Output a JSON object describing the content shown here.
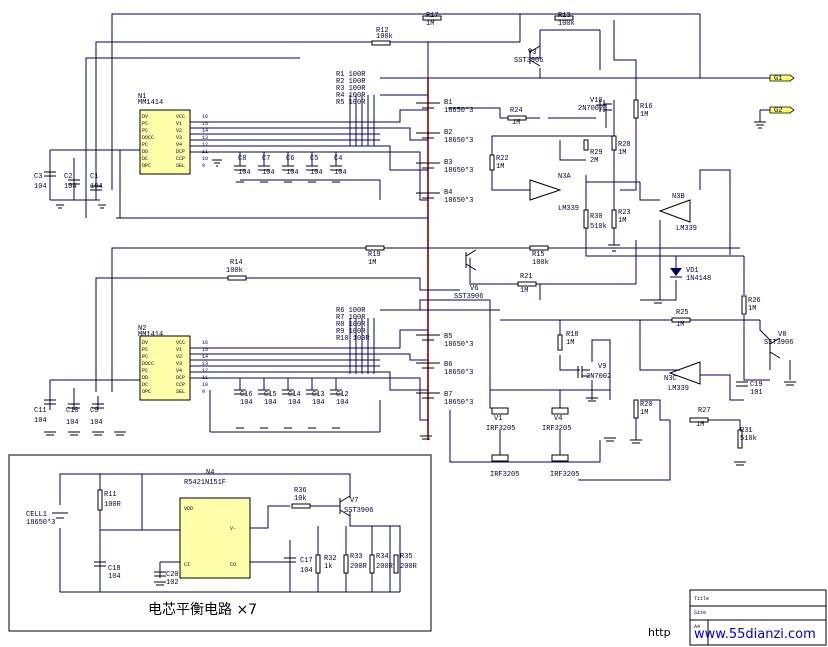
{
  "labels": {
    "R17": "R17",
    "R17v": "1M",
    "R13": "R13",
    "R13v": "100k",
    "R12": "R12",
    "R12v": "100k",
    "V3": "V3",
    "V3t": "SST3906",
    "G1": "G1",
    "R1": "R1  100R",
    "R2": "R2  100R",
    "R3": "R3  100R",
    "R4": "R4  100R",
    "R5": "R5  100R",
    "N1": "N1",
    "N1t": "MM1414",
    "B1": "B1",
    "B1v": "18650*3",
    "B2": "B2",
    "B2v": "18650*3",
    "B3": "B3",
    "B3v": "18650*3",
    "B4": "B4",
    "B4v": "18650*3",
    "R24": "R24",
    "R24v": "1M",
    "V10": "V10",
    "V10t": "2N7002",
    "R16": "R16",
    "R16v": "1M",
    "G2": "G2",
    "R22": "R22",
    "R22v": "1M",
    "R29": "R29",
    "R29v": "2M",
    "R28": "R28",
    "R28v": "1M",
    "N3A": "N3A",
    "N3At": "LM339",
    "R30": "R30",
    "R30v": "510k",
    "R23": "R23",
    "R23v": "1M",
    "N3B": "N3B",
    "N3Bt": "LM339",
    "VD1": "VD1",
    "VD1t": "1N4148",
    "C3": "C3",
    "C3v": "104",
    "C2": "C2",
    "C2v": "104",
    "C1": "C1",
    "C1v": "104",
    "C8": "C8",
    "C8v": "104",
    "C7": "C7",
    "C7v": "104",
    "C6": "C6",
    "C6v": "104",
    "C5": "C5",
    "C5v": "104",
    "C4": "C4",
    "C4v": "104",
    "R14": "R14",
    "R14v": "100k",
    "R19": "R19",
    "R19v": "1M",
    "R15": "R15",
    "R15v": "100k",
    "R21": "R21",
    "R21v": "1M",
    "V6": "V6",
    "V6t": "SST3906",
    "R6": "R6  100R",
    "R7": "R7  100R",
    "R8": "R8  100R",
    "R9": "R9  100R",
    "R10": "R10 100R",
    "N2": "N2",
    "N2t": "MM1414",
    "B5": "B5",
    "B5v": "18650*3",
    "B6": "B6",
    "B6v": "18650*3",
    "B7": "B7",
    "B7v": "18650*3",
    "R18": "R18",
    "R18v": "1M",
    "V9": "V9",
    "V9t": "2N7002",
    "R26": "R26",
    "R26v": "1M",
    "R25": "R25",
    "R25v": "1M",
    "V8": "V8",
    "V8t": "SST3906",
    "N3C": "N3C",
    "N3Ct": "LM339",
    "C19": "C19",
    "C19v": "101",
    "C11": "C11",
    "C11v": "104",
    "C10": "C10",
    "C10v": "104",
    "C9": "C9",
    "C9v": "104",
    "C16": "C16",
    "C16v": "104",
    "C15": "C15",
    "C15v": "104",
    "C14": "C14",
    "C14v": "104",
    "C13": "C13",
    "C13v": "104",
    "C12": "C12",
    "C12v": "104",
    "R20": "R20",
    "R20v": "1M",
    "R27": "R27",
    "R27v": "1M",
    "R31": "R31",
    "R31v": "510k",
    "V1": "V1",
    "V1t": "IRF3205",
    "V4": "V4",
    "V4t": "IRF3205",
    "V2t": "IRF3205",
    "V5t": "IRF3205",
    "N4": "N4",
    "N4t": "R5421N151F",
    "CELL1": "CELL1",
    "CELL1v": "18650*3",
    "R11": "R11",
    "R11v": "100R",
    "C18": "C18",
    "C18v": "104",
    "C20": "C20",
    "C20v": "102",
    "R36": "R36",
    "R36v": "10k",
    "V7": "V7",
    "V7t": "SST3906",
    "C17": "C17",
    "C17v": "104",
    "R32": "R32",
    "R32v": "1k",
    "R33": "R33",
    "R33v": "200R",
    "R34": "R34",
    "R34v": "200R",
    "R35": "R35",
    "R35v": "200R"
  },
  "ic_pins_left": [
    "DV",
    "PC",
    "PC",
    "DOCC",
    "PC",
    "DD",
    "DC",
    "OPC"
  ],
  "ic_pins_right": [
    "VCC",
    "V1",
    "V2",
    "V3",
    "V4",
    "DCP",
    "CCP",
    "SEL"
  ],
  "ic_pin_nums": [
    "16",
    "15",
    "14",
    "13",
    "12",
    "11",
    "10",
    "9"
  ],
  "n4_pins": {
    "vdd": "VDD",
    "v": "V-",
    "ci": "CI",
    "co": "CO"
  },
  "title_block": {
    "row1": "Title",
    "row2": "Size",
    "row3": "A4"
  },
  "caption": "电芯平衡电路  ×7",
  "watermark_prefix": "http",
  "watermark": "www.55dianzi.com"
}
